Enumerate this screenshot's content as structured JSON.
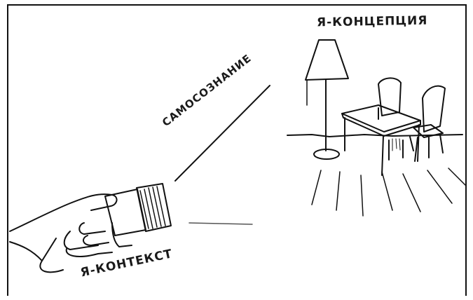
{
  "labels": {
    "self_concept": "Я-КОНЦЕПЦИЯ",
    "self_awareness": "САМОСОЗНАНИЕ",
    "self_context": "Я-КОНТЕКСТ"
  },
  "illustration": {
    "left_object": "hand-holding-flashlight",
    "right_scene": "room-with-floor-lamp-table-and-chairs",
    "ink_color": "#111111",
    "background_color": "#ffffff"
  }
}
